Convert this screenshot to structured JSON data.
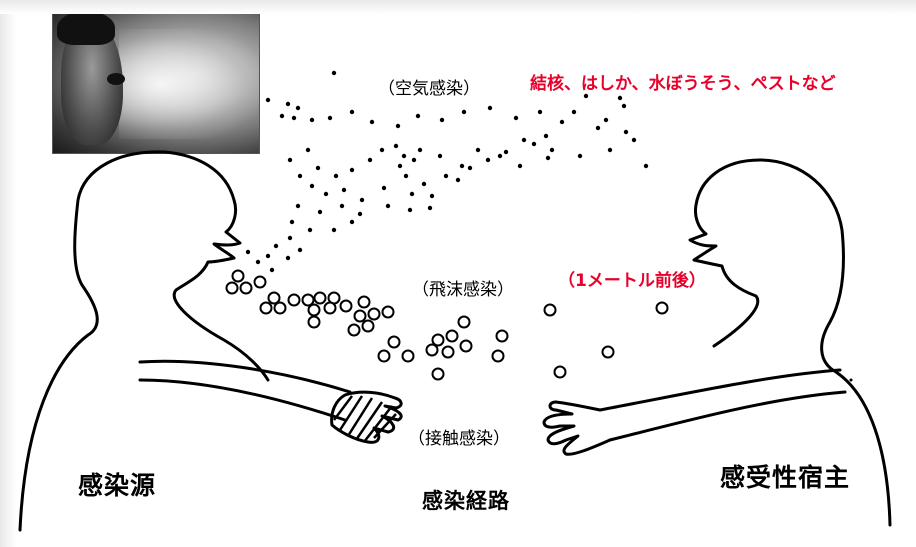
{
  "labels": {
    "airborne": "（空気感染）",
    "airborne_examples": "結核、はしか、水ぼうそう、ペストなど",
    "droplet": "（飛沫感染）",
    "droplet_distance": "（1メートル前後）",
    "contact": "（接触感染）",
    "source": "感染源",
    "host": "感受性宿主",
    "route": "感染経路"
  },
  "colors": {
    "accent_red": "#e8002a",
    "line": "#000000"
  },
  "photo": {
    "icon": "sneezing-person-photo"
  }
}
